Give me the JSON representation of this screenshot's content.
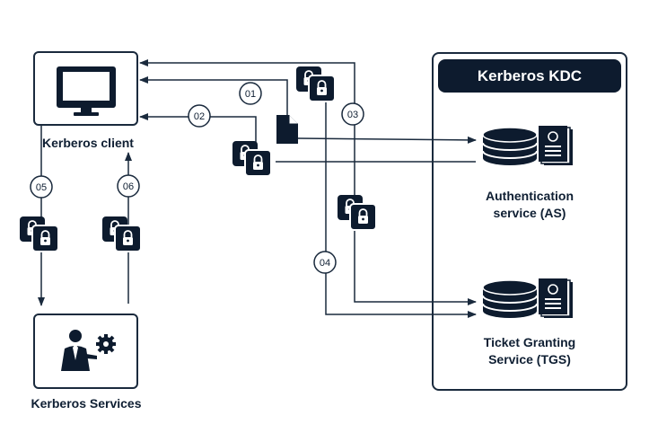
{
  "kdc": {
    "title": "Kerberos KDC",
    "authentication_service": "Authentication\nservice (AS)",
    "ticket_granting_service": "Ticket Granting\nService (TGS)"
  },
  "client": {
    "label": "Kerberos client"
  },
  "services": {
    "label": "Kerberos Services"
  },
  "steps": [
    "01",
    "02",
    "03",
    "04",
    "05",
    "06"
  ],
  "colors": {
    "primary": "#0d1b2e",
    "line": "#1a2a3d",
    "background": "#ffffff"
  },
  "icons": [
    "monitor-icon",
    "lock-pair-icon",
    "document-icon",
    "database-icon",
    "certificate-icon",
    "businessman-gear-icon"
  ]
}
